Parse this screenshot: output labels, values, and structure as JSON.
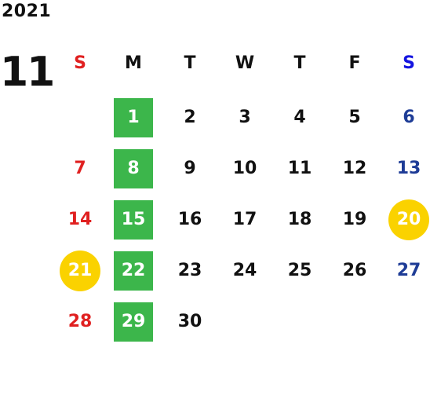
{
  "calendar": {
    "year": "2021",
    "month": "11",
    "colors": {
      "sunday": "#e02020",
      "saturday": "#1e3c96",
      "saturday_header": "#1414e0",
      "weekday": "#111111",
      "monday_highlight": "#3cb64b",
      "holiday_circle": "#fad200",
      "highlight_text": "#ffffff"
    },
    "weekdays": [
      {
        "label": "S",
        "kind": "sunday"
      },
      {
        "label": "M",
        "kind": "weekday"
      },
      {
        "label": "T",
        "kind": "weekday"
      },
      {
        "label": "W",
        "kind": "weekday"
      },
      {
        "label": "T",
        "kind": "weekday"
      },
      {
        "label": "F",
        "kind": "weekday"
      },
      {
        "label": "S",
        "kind": "saturday_header"
      }
    ],
    "weeks": [
      [
        null,
        {
          "d": "1",
          "hl": "green"
        },
        {
          "d": "2"
        },
        {
          "d": "3"
        },
        {
          "d": "4"
        },
        {
          "d": "5"
        },
        {
          "d": "6"
        }
      ],
      [
        {
          "d": "7"
        },
        {
          "d": "8",
          "hl": "green"
        },
        {
          "d": "9"
        },
        {
          "d": "10"
        },
        {
          "d": "11"
        },
        {
          "d": "12"
        },
        {
          "d": "13"
        }
      ],
      [
        {
          "d": "14"
        },
        {
          "d": "15",
          "hl": "green"
        },
        {
          "d": "16"
        },
        {
          "d": "17"
        },
        {
          "d": "18"
        },
        {
          "d": "19"
        },
        {
          "d": "20",
          "hl": "yellow"
        }
      ],
      [
        {
          "d": "21",
          "hl": "yellow"
        },
        {
          "d": "22",
          "hl": "green"
        },
        {
          "d": "23"
        },
        {
          "d": "24"
        },
        {
          "d": "25"
        },
        {
          "d": "26"
        },
        {
          "d": "27"
        }
      ],
      [
        {
          "d": "28"
        },
        {
          "d": "29",
          "hl": "green"
        },
        {
          "d": "30"
        },
        null,
        null,
        null,
        null
      ]
    ]
  }
}
